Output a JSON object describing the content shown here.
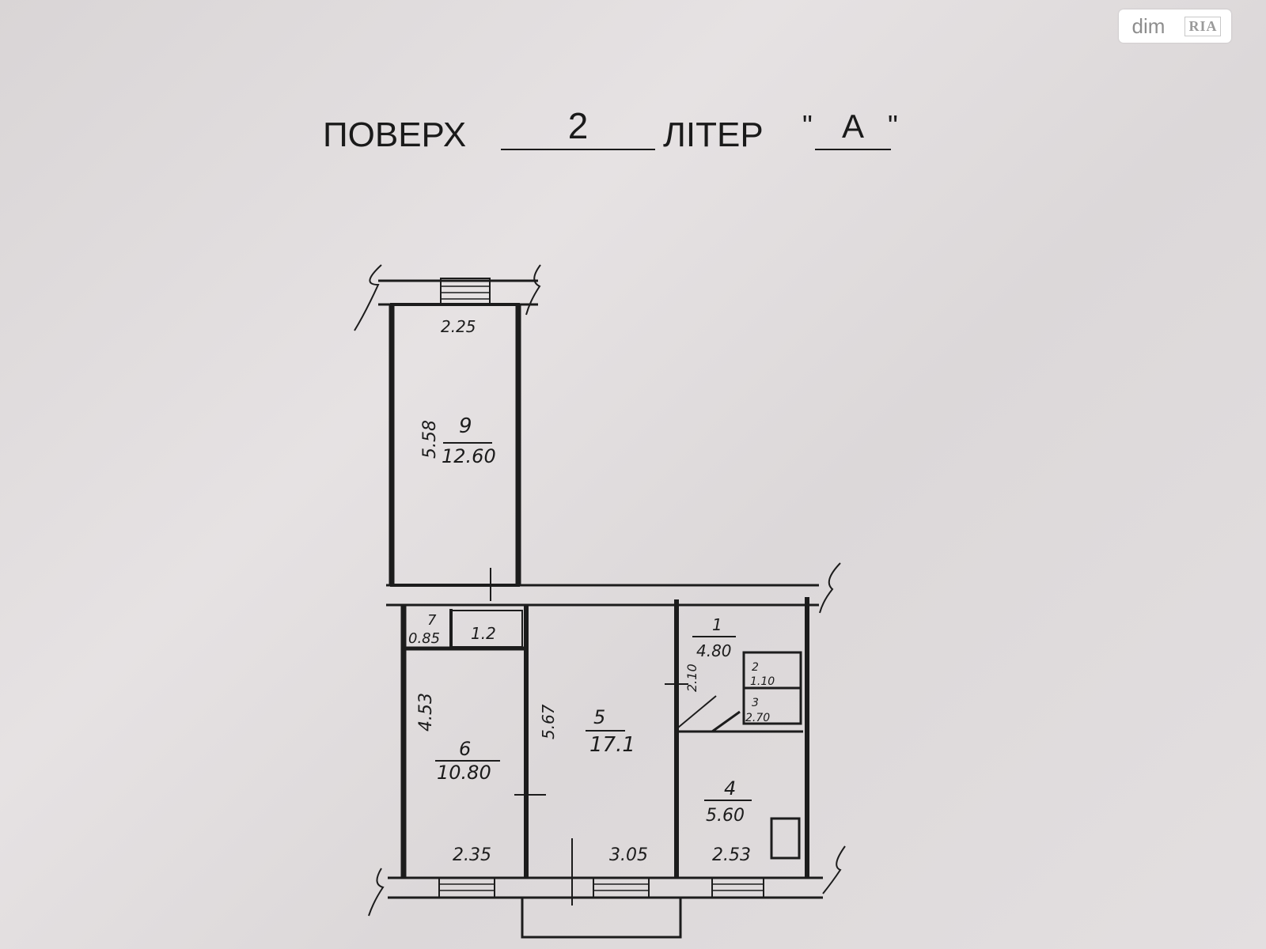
{
  "watermark": {
    "brand": "dim",
    "logo": "RIA"
  },
  "heading": {
    "floor_label": "ПОВЕРХ",
    "floor_value": "2",
    "letter_label": "ЛІТЕР",
    "letter_value": "A",
    "quote_open": "\"",
    "quote_close": "\""
  },
  "rooms": [
    {
      "number": "9",
      "area": "12.60"
    },
    {
      "number": "7",
      "area": "0.85"
    },
    {
      "number": "",
      "area": "1.2"
    },
    {
      "number": "6",
      "area": "10.80"
    },
    {
      "number": "5",
      "area": "17.1"
    },
    {
      "number": "1",
      "area": "4.80"
    },
    {
      "number": "2",
      "area": "1.10"
    },
    {
      "number": "3",
      "area": "2.70"
    },
    {
      "number": "4",
      "area": "5.60"
    }
  ],
  "dimensions": [
    "2.25",
    "5.58",
    "4.53",
    "5.67",
    "2.35",
    "3.05",
    "2.53",
    "2.10"
  ]
}
